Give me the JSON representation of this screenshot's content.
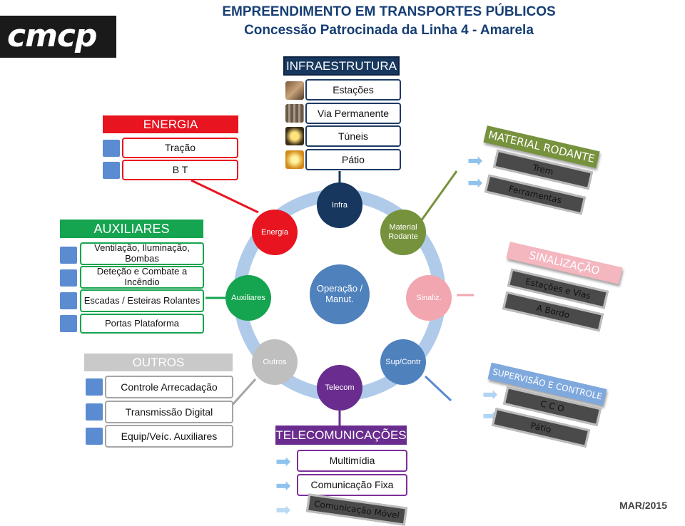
{
  "header": {
    "logo_text": "cmcp",
    "title": "EMPREENDIMENTO EM TRANSPORTES PÚBLICOS",
    "subtitle": "Concessão Patrocinada da Linha 4 - Amarela",
    "date": "MAR/2015"
  },
  "infraestrutura": {
    "title": "INFRAESTRUTURA",
    "items": [
      "Estações",
      "Via Permanente",
      "Túneis",
      "Pátio"
    ]
  },
  "energia": {
    "title": "ENERGIA",
    "items": [
      "Tração",
      "B T"
    ]
  },
  "auxiliares": {
    "title": "AUXILIARES",
    "items": [
      "Ventilação, Iluminação, Bombas",
      "Deteção e Combate a Incêndio",
      "Escadas / Esteiras Rolantes",
      "Portas Plataforma"
    ]
  },
  "outros": {
    "title": "OUTROS",
    "items": [
      "Controle Arrecadação",
      "Transmissão Digital",
      "Equip/Veíc. Auxiliares"
    ]
  },
  "telecom": {
    "title": "TELECOMUNICAÇÕES",
    "items": [
      "Multimídia",
      "Comunicação Fixa"
    ],
    "faded_item": "Comunicação Móvel"
  },
  "material_rodante": {
    "title": "MATERIAL RODANTE",
    "items": [
      "Trem",
      "Ferramentas"
    ]
  },
  "sinalizacao": {
    "title": "SINALIZAÇÃO",
    "items": [
      "Estações e Vias",
      "A Bordo"
    ]
  },
  "supervisao": {
    "title": "SUPERVISÃO E CONTROLE",
    "items": [
      "C C O",
      "Pátio"
    ]
  },
  "wheel": {
    "center": "Operação / Manut.",
    "nodes": {
      "infra": "Infra",
      "energia": "Energia",
      "material": "Material Rodante",
      "auxiliares": "Auxiliares",
      "sinaliz": "Sinaliz.",
      "outros": "Outros",
      "sup": "Sup/Contr",
      "telecom": "Telecom"
    }
  },
  "colors": {
    "navy": "#17375e",
    "red": "#e8141f",
    "green": "#15a44f",
    "gray": "#c9c9c9",
    "purple": "#6a2c8e",
    "olive": "#76923c",
    "pink": "#f2a6b0",
    "blue": "#5b8bd0",
    "ring": "#4f81bd"
  }
}
